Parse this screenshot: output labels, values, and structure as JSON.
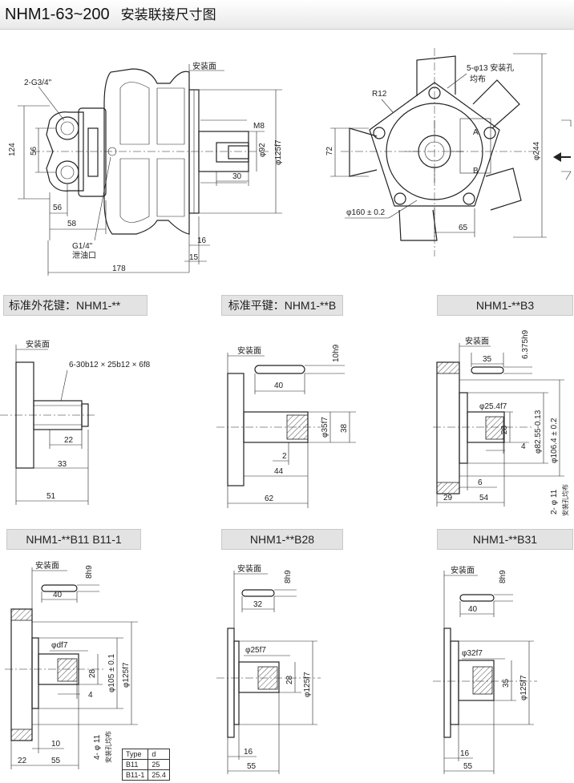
{
  "header": {
    "title": "NHM1-63~200",
    "subtitle": "安装联接尺寸图"
  },
  "tabs": {
    "spline": "标准外花键：NHM1-**",
    "flat_key": "标准平键：NHM1-**B",
    "b3": "NHM1-**B3",
    "b11": "NHM1-**B11   B11-1",
    "b28": "NHM1-**B28",
    "b31": "NHM1-**B31"
  },
  "main_view": {
    "port_label": "2-G3/4\"",
    "mount_face": "安装面",
    "m8": "M8",
    "d92": "φ92",
    "d125f7": "φ125f7",
    "dim30": "30",
    "dim124": "124",
    "dim56v": "56",
    "dim56h": "56",
    "dim58": "58",
    "g14": "G1/4\"",
    "drain": "泄油口",
    "dim16": "16",
    "dim15": "15",
    "dim178": "178"
  },
  "end_view": {
    "holes": "5-φ13 安装孔",
    "even": "均布",
    "r12": "R12",
    "port_a": "A",
    "port_b": "B",
    "dim72": "72",
    "d244": "φ244",
    "d160": "φ160 ± 0.2",
    "dim65": "65"
  },
  "spline_view": {
    "mount_face": "安装面",
    "spline_spec": "6-30b12 × 25b12 × 6f8",
    "dim22": "22",
    "dim33": "33",
    "dim51": "51"
  },
  "flat_view": {
    "mount_face": "安装面",
    "key_w": "10h9",
    "key_l": "40",
    "d35": "φ35f7",
    "dim38": "38",
    "dim2": "2",
    "dim44": "44",
    "dim62": "62"
  },
  "b3_view": {
    "mount_face": "安装面",
    "key_w": "6.375h9",
    "key_l": "35",
    "d25": "φ25.4f7",
    "dim28": "28",
    "dim4": "4",
    "d82": "φ82.55-0.13",
    "d106": "φ106.4 ± 0.2",
    "dim6": "6",
    "dim29": "29",
    "dim54": "54",
    "holes": "2- φ 11",
    "holes_note": "安装孔均布"
  },
  "b11_view": {
    "mount_face": "安装面",
    "key_w": "8h9",
    "key_l": "40",
    "ddf": "φdf7",
    "dim28": "28",
    "dim4": "4",
    "d105": "φ105 ± 0.1",
    "d125": "φ125f7",
    "dim10": "10",
    "dim22": "22",
    "dim55": "55",
    "holes": "4- φ 11",
    "holes_note": "安装孔均布",
    "table_head": [
      "Type",
      "d"
    ],
    "table_rows": [
      [
        "B11",
        "25"
      ],
      [
        "B11-1",
        "25.4"
      ]
    ]
  },
  "b28_view": {
    "mount_face": "安装面",
    "key_w": "8h9",
    "key_l": "32",
    "d25": "φ25f7",
    "dim28": "28",
    "d125": "φ125f7",
    "dim16": "16",
    "dim55": "55"
  },
  "b31_view": {
    "mount_face": "安装面",
    "key_w": "8h9",
    "key_l": "40",
    "d32": "φ32f7",
    "dim35": "35",
    "d125": "φ125f7",
    "dim16": "16",
    "dim55": "55"
  }
}
